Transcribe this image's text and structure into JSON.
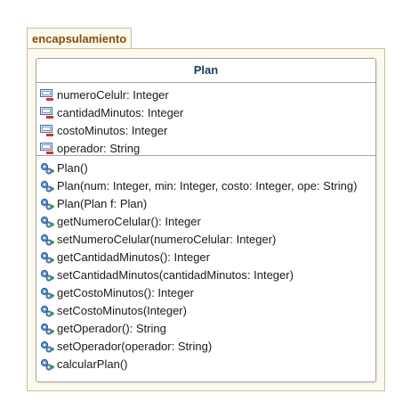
{
  "package": {
    "name": "encapsulamiento"
  },
  "class": {
    "name": "Plan",
    "attributes": [
      {
        "label": "numeroCelulr: Integer",
        "icon": "private-field-icon"
      },
      {
        "label": "cantidadMinutos: Integer",
        "icon": "private-field-icon"
      },
      {
        "label": "costoMinutos: Integer",
        "icon": "private-field-icon"
      },
      {
        "label": "operador: String",
        "icon": "private-field-icon"
      }
    ],
    "operations": [
      {
        "label": "Plan()",
        "icon": "public-method-icon"
      },
      {
        "label": "Plan(num: Integer, min: Integer, costo: Integer, ope: String)",
        "icon": "public-method-icon"
      },
      {
        "label": "Plan(Plan f: Plan)",
        "icon": "public-method-icon"
      },
      {
        "label": "getNumeroCelular(): Integer",
        "icon": "public-method-icon"
      },
      {
        "label": "setNumeroCelular(numeroCelular: Integer)",
        "icon": "public-method-icon"
      },
      {
        "label": "getCantidadMinutos(): Integer",
        "icon": "public-method-icon"
      },
      {
        "label": "setCantidadMinutos(cantidadMinutos: Integer)",
        "icon": "public-method-icon"
      },
      {
        "label": "getCostoMinutos(): Integer",
        "icon": "public-method-icon"
      },
      {
        "label": "setCostoMinutos(Integer)",
        "icon": "public-method-icon"
      },
      {
        "label": "getOperador(): String",
        "icon": "public-method-icon"
      },
      {
        "label": "setOperador(operador: String)",
        "icon": "public-method-icon"
      },
      {
        "label": "calcularPlan()",
        "icon": "public-method-icon"
      }
    ]
  },
  "colors": {
    "package_fill": "#fcf9ee",
    "package_border": "#c9bf98",
    "package_title": "#8b4a0d",
    "class_title": "#1e3a5c",
    "class_border": "#a4a4a4"
  }
}
